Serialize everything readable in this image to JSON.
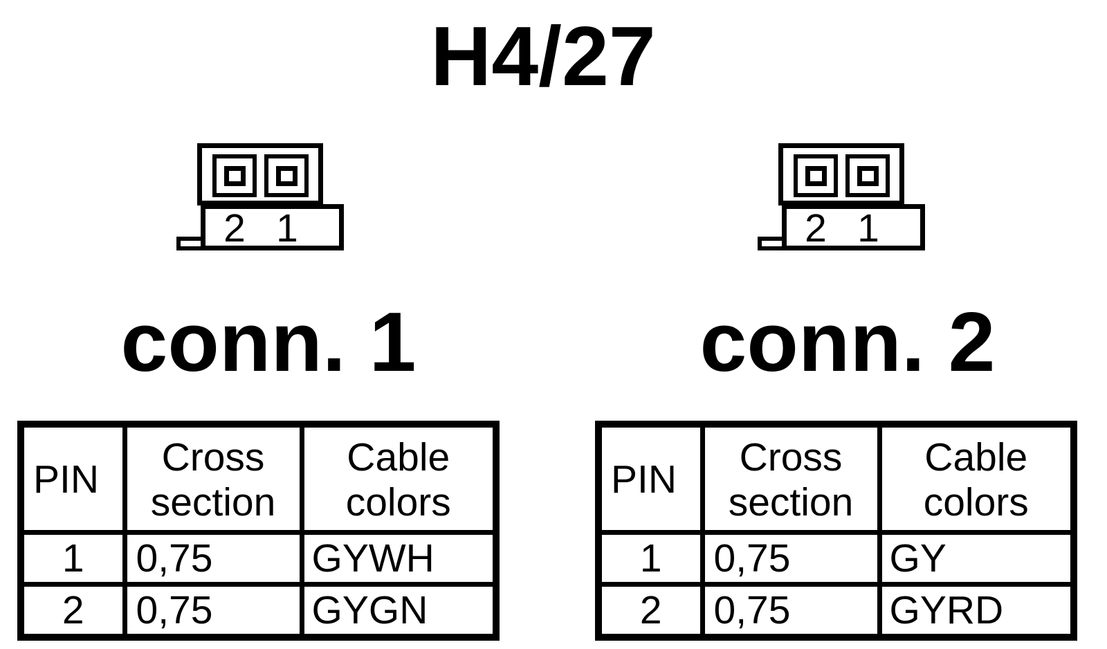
{
  "title": "H4/27",
  "colors": {
    "ink": "#000000",
    "paper": "#ffffff"
  },
  "panels": [
    {
      "connector_label": "conn. 1",
      "symbol_pin_labels": [
        "2",
        "1"
      ],
      "table": {
        "headers": {
          "pin": "PIN",
          "cross_section": "Cross\nsection",
          "cable_colors": "Cable\ncolors"
        },
        "rows": [
          {
            "pin": "1",
            "cross_section": "0,75",
            "cable_colors": "GYWH"
          },
          {
            "pin": "2",
            "cross_section": "0,75",
            "cable_colors": "GYGN"
          }
        ]
      }
    },
    {
      "connector_label": "conn. 2",
      "symbol_pin_labels": [
        "2",
        "1"
      ],
      "table": {
        "headers": {
          "pin": "PIN",
          "cross_section": "Cross\nsection",
          "cable_colors": "Cable\ncolors"
        },
        "rows": [
          {
            "pin": "1",
            "cross_section": "0,75",
            "cable_colors": "GY"
          },
          {
            "pin": "2",
            "cross_section": "0,75",
            "cable_colors": "GYRD"
          }
        ]
      }
    }
  ]
}
